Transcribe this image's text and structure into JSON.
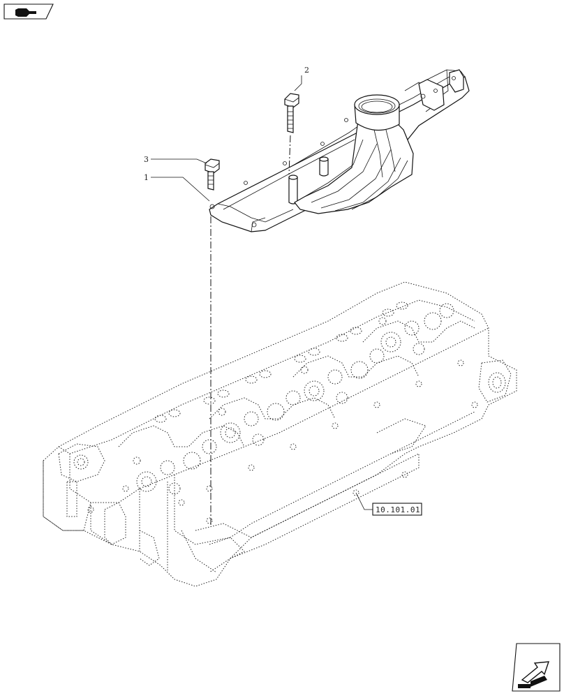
{
  "callouts": [
    {
      "id": "1",
      "label": "1"
    },
    {
      "id": "2",
      "label": "2"
    },
    {
      "id": "3",
      "label": "3"
    }
  ],
  "reference": {
    "label": "10.101.01"
  },
  "icons": {
    "top_left": "book-next-icon",
    "bottom_right": "next-page-arrow-icon"
  },
  "colors": {
    "line": "#111111",
    "background": "#ffffff"
  }
}
